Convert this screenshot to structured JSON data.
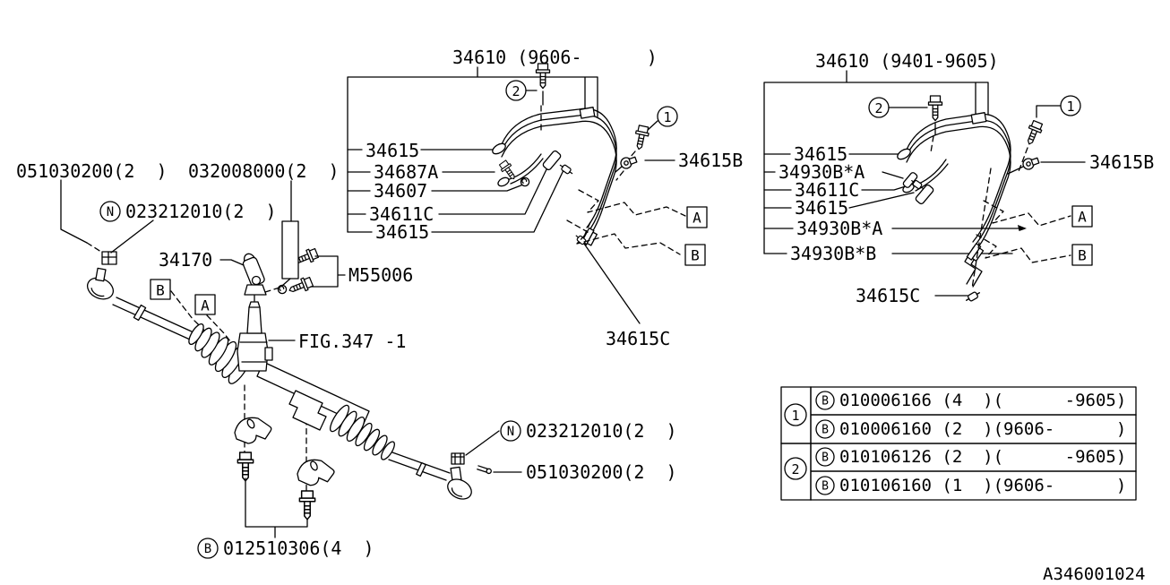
{
  "doc": {
    "diagram_number": "A346001024",
    "ink": "#000000",
    "bg": "#ffffff"
  },
  "hose_groups": {
    "new": {
      "title": "34610 (9606-      )",
      "callouts": {
        "c1": "1",
        "c2": "2"
      },
      "part_labels": [
        "34615",
        "34687A",
        "34607",
        "34611C",
        "34615"
      ],
      "valve_label": "34615B",
      "clamp_label": "34615C",
      "route_boxes": {
        "a": "A",
        "b": "B"
      }
    },
    "old": {
      "title": "34610 (9401-9605)",
      "callouts": {
        "c1": "1",
        "c2": "2"
      },
      "part_labels": [
        "34615",
        "34930B*A",
        "34611C",
        "34615",
        "34930B*A",
        "34930B*B"
      ],
      "valve_label": "34615B",
      "clamp_label": "34615C",
      "route_boxes": {
        "a": "A",
        "b": "B"
      }
    }
  },
  "rack": {
    "tie_rod_pin_label": "051030200(2  )",
    "stay_bolt_label": "032008000(2  )",
    "tie_rod_nut_prefix": "N",
    "tie_rod_nut_label": "023212010(2  )",
    "gear_label": "34170",
    "joint_bolt_label": "M55006",
    "fig_ref": "FIG.347 -1",
    "route_boxes": {
      "a": "A",
      "b": "B"
    },
    "right_nut_prefix": "N",
    "right_nut_label": "023212010(2  )",
    "right_pin_label": "051030200(2  )",
    "clamp_bolt_prefix": "B",
    "clamp_bolt_label": "012510306(4  )"
  },
  "fastener_table": {
    "groups": [
      {
        "key": "1",
        "rows": [
          {
            "prefix": "B",
            "text": "010006166 (4  )(      -9605)"
          },
          {
            "prefix": "B",
            "text": "010006160 (2  )(9606-      )"
          }
        ]
      },
      {
        "key": "2",
        "rows": [
          {
            "prefix": "B",
            "text": "010106126 (2  )(      -9605)"
          },
          {
            "prefix": "B",
            "text": "010106160 (1  )(9606-      )"
          }
        ]
      }
    ]
  }
}
